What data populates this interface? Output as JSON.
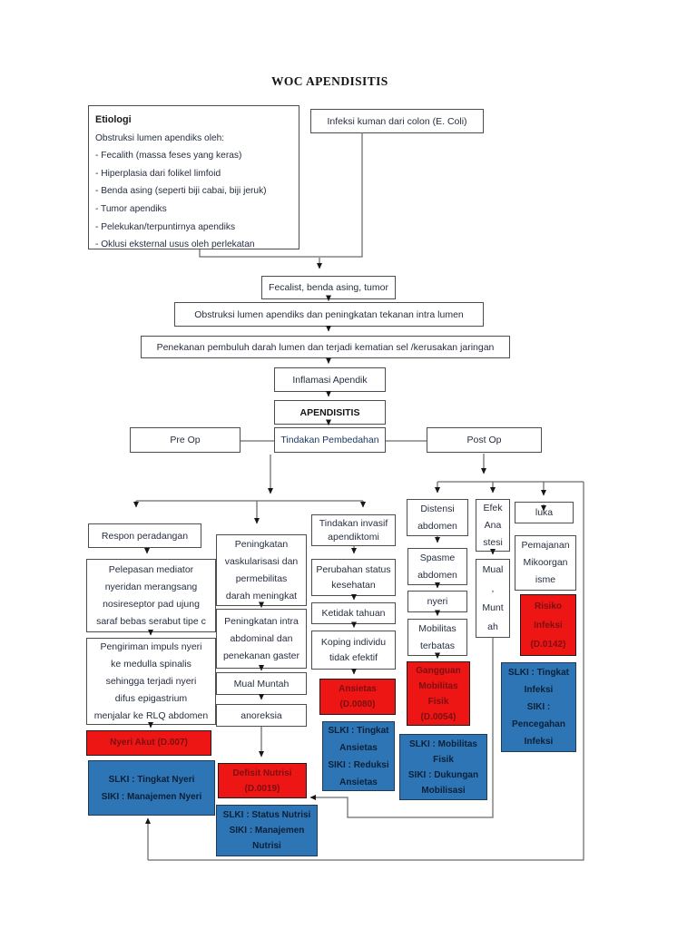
{
  "page": {
    "title": "WOC APENDISITIS"
  },
  "top": {
    "etiologi_heading": "Etiologi",
    "etiologi_body": "Obstruksi lumen apendiks oleh:\n- Fecalith (massa feses yang keras)\n- Hiperplasia dari folikel limfoid\n- Benda asing (seperti biji cabai, biji jeruk)\n- Tumor apendiks\n- Pelekukan/terpuntirnya apendiks\n- Oklusi eksternal usus oleh perlekatan",
    "infeksi": "Infeksi kuman dari colon (E. Coli)"
  },
  "chain": {
    "fecalist": "Fecalist, benda asing, tumor",
    "obstruksi": "Obstruksi lumen apendiks dan peningkatan tekanan intra lumen",
    "penekanan": "Penekanan pembuluh darah lumen dan terjadi kematian sel /kerusakan jaringan",
    "inflamasi": "Inflamasi Apendik",
    "apendisitis": "APENDISITIS",
    "tindakan_pembedahan": "Tindakan Pembedahan",
    "pre_op": "Pre Op",
    "post_op": "Post Op"
  },
  "pre_op": {
    "nyeri_path": {
      "respon": "Respon peradangan",
      "pelepasan": "Pelepasan mediator\nnyeridan merangsang\nnosireseptor pad ujung\nsaraf bebas serabut tipe c",
      "pengiriman": "Pengiriman impuls nyeri\nke medulla spinalis\nsehingga terjadi nyeri\ndifus epigastrium\nmenjalar ke RLQ abdomen",
      "diagnosis": "Nyeri Akut (D.007)",
      "intervensi": "SLKI : Tingkat Nyeri\nSIKI : Manajemen Nyeri"
    },
    "nutrisi_path": {
      "vaskularisasi": "Peningkatan\nvaskularisasi dan\npermebilitas\ndarah meningkat",
      "intra_abdominal": "Peningkatan intra\nabdominal dan\npenekanan gaster",
      "mual_muntah": "Mual Muntah",
      "anoreksia": "anoreksia",
      "diagnosis": "Defisit Nutrisi\n(D.0019)",
      "intervensi": "SLKI : Status Nutrisi\nSIKI : Manajemen\nNutrisi"
    },
    "ansietas_path": {
      "tindakan_invasif": "Tindakan invasif\napendiktomi",
      "perubahan_status": "Perubahan status\nkesehatan",
      "ketidak_tahuan": "Ketidak tahuan",
      "koping": "Koping individu\ntidak efektif",
      "diagnosis": "Ansietas\n(D.0080)",
      "intervensi": "SLKI : Tingkat\nAnsietas\nSIKI : Reduksi\nAnsietas"
    }
  },
  "post_op": {
    "mobilitas_path": {
      "distensi": "Distensi\nabdomen",
      "spasme": "Spasme\nabdomen",
      "nyeri": "nyeri",
      "mobilitas_terbatas": "Mobilitas\nterbatas",
      "diagnosis": "Gangguan\nMobilitas\nFisik\n(D.0054)",
      "intervensi": "SLKI : Mobilitas\nFisik\nSIKI : Dukungan\nMobilisasi"
    },
    "anastesi_path": {
      "efek_anastesi": "Efek\nAna\nstesi",
      "mual_muntah": "Mual\n,\nMunt\nah"
    },
    "infeksi_path": {
      "luka": "luka",
      "pemajanan": "Pemajanan\nMikoorgan\nisme",
      "diagnosis": "Risiko\nInfeksi\n(D.0142)",
      "intervensi": "SLKI : Tingkat\nInfeksi\nSIKI :\nPencegahan\nInfeksi"
    }
  },
  "colors": {
    "diagnosis_fill": "#ee1515",
    "diagnosis_text": "#7c0f0f",
    "intervensi_fill": "#2e75b6",
    "intervensi_text": "#0c2036",
    "line": "#606060"
  }
}
